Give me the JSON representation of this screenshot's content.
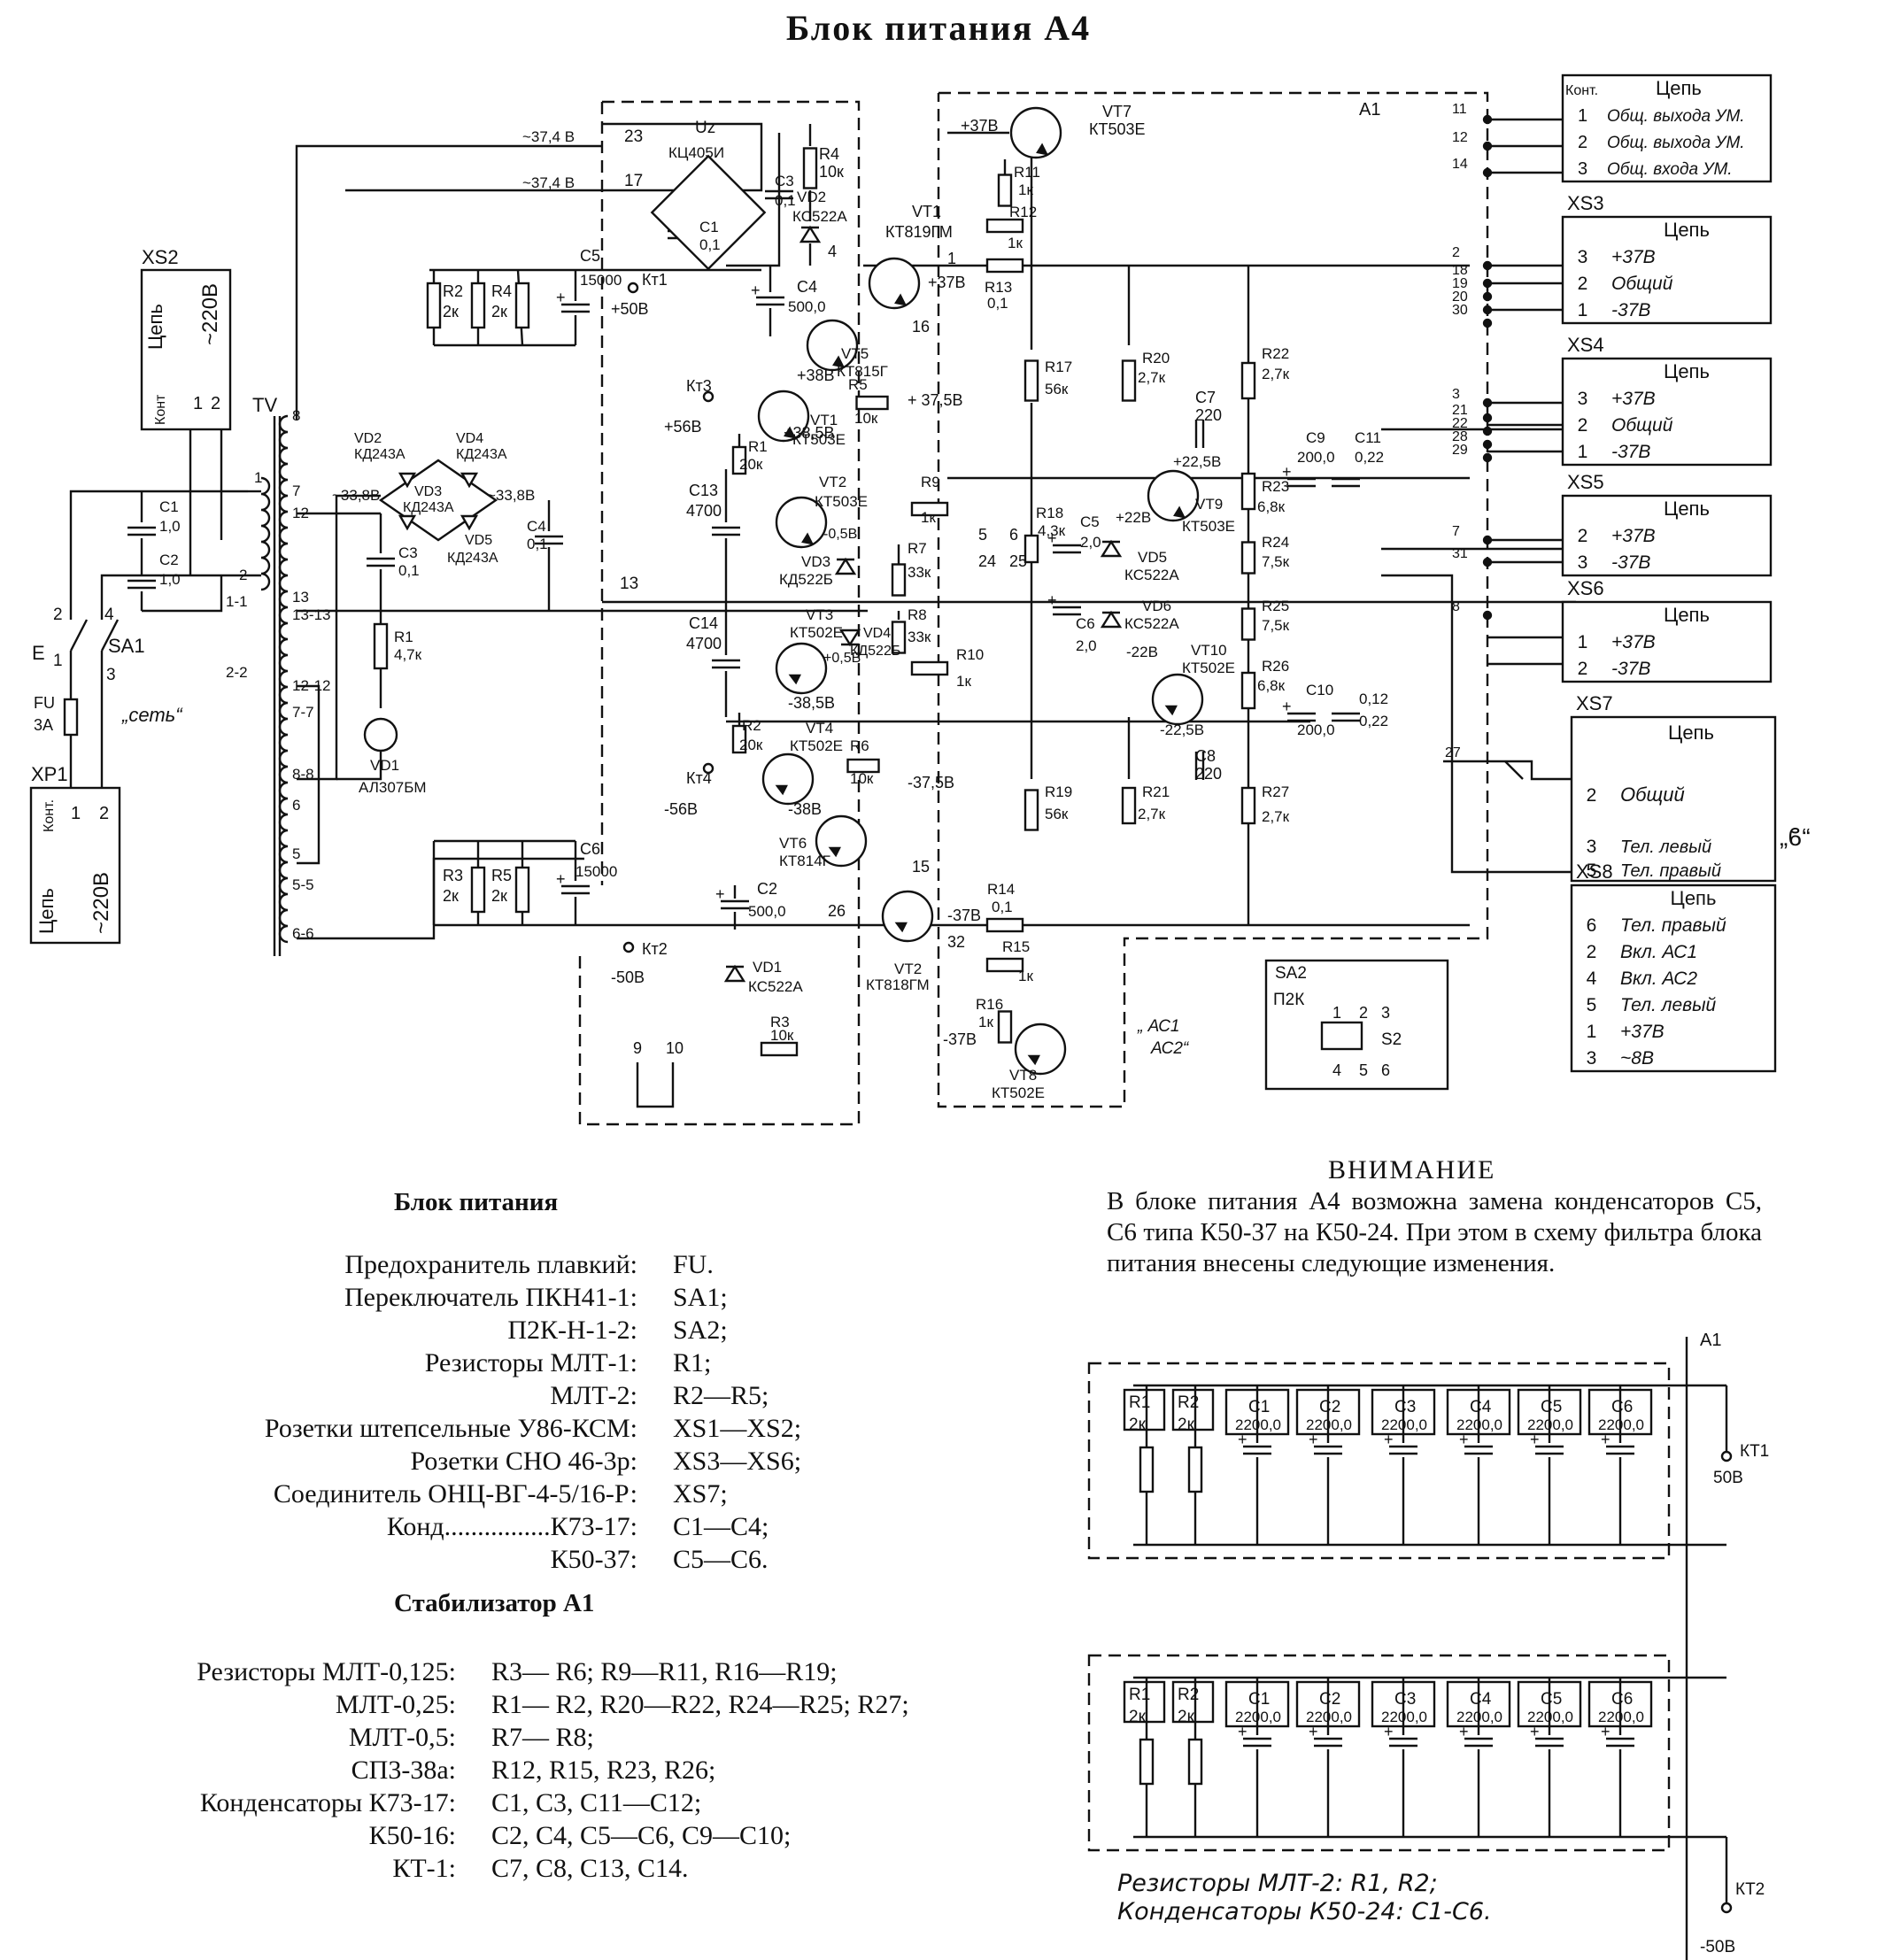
{
  "title": "Блок питания А4",
  "xs2": {
    "name": "XS2",
    "col_kont": "Конт",
    "col_cep": "Цепь",
    "pins": [
      "1",
      "2"
    ],
    "voltage": "~220В"
  },
  "xp1": {
    "name": "XP1",
    "col_kont": "Конт.",
    "col_cep": "Цепь",
    "pins": [
      "1",
      "2"
    ],
    "voltage": "~220В"
  },
  "tv": "TV",
  "tv_pins": [
    "8",
    "7",
    "1",
    "12",
    "2",
    "13",
    "1-1",
    "13-13",
    "2-2",
    "12-12",
    "7-7",
    "8-8",
    "6",
    "5",
    "5-5",
    "6-6"
  ],
  "sa1": {
    "name": "SA1",
    "pins": [
      "2",
      "4",
      "1",
      "3"
    ]
  },
  "fu": {
    "name": "FU",
    "rating": "3А"
  },
  "set_label": "„сеть“",
  "bridge": {
    "vd2": "VD2",
    "vd2t": "КД243А",
    "vd4": "VD4",
    "vd4t": "КД243А",
    "vd3": "VD3",
    "vd3t": "КД243А",
    "vd5": "VD5",
    "vd5t": "КД243А"
  },
  "left_caps": {
    "c1": "C1",
    "c1v": "1,0",
    "c2": "C2",
    "c2v": "1,0",
    "c3": "C3",
    "c3v": "0,1",
    "c4": "C4",
    "c4v": "0,1",
    "r1": "R1",
    "r1v": "4,7к"
  },
  "vd1_led": {
    "name": "VD1",
    "type": "АЛ307БМ"
  },
  "ac_labels": {
    "a1": "~37,4 В",
    "a2": "~37,4 В",
    "a3": "~33,8В",
    "a4": "~33,8В"
  },
  "upper": {
    "r2": "R2",
    "r2v": "2к",
    "r4": "R4",
    "r4v": "2к",
    "c5": "C5",
    "c5v": "15000",
    "kt1": "Кт1",
    "kt1v": "+50В",
    "n23": "23",
    "n17": "17"
  },
  "lower": {
    "r3": "R3",
    "r3v": "2к",
    "r5": "R5",
    "r5v": "2к",
    "c6": "C6",
    "c6v": "15000",
    "kt2": "Кт2",
    "kt2v": "-50В"
  },
  "stab": {
    "uz": "Uz",
    "uz_t": "КЦ405И",
    "r4": "R4",
    "r4v": "10к",
    "vd2": "VD2",
    "vd2t": "КС522А",
    "vt1": "VT1",
    "vt1t": "КТ819ГМ",
    "c1": "C1",
    "c1v": "0,1",
    "c3": "C3",
    "c3v": "0,1",
    "c4": "C4",
    "c4v": "500,0",
    "n4": "4",
    "n1": "1",
    "n16": "16",
    "p37": "+37В",
    "vt7": "VT7",
    "vt7t": "КТ503Е",
    "r11": "R11",
    "r11v": "1к",
    "r12": "R12",
    "r12v": "1к",
    "r13": "R13",
    "r13v": "0,1",
    "p37b": "+37В",
    "vt5": "VT5",
    "vt5t": "КТ815Г",
    "kt3": "Кт3",
    "kt3v": "+56В",
    "p38": "+38В",
    "vt1b": "VT1",
    "vt1bt": "КТ503Е",
    "r5": "R5",
    "r5v": "10к",
    "p375": "+ 37,5В",
    "r1": "R1",
    "r1v": "20к",
    "p385": "+38,5В",
    "c13": "C13",
    "c13v": "4700",
    "vt2": "VT2",
    "vt2t": "КТ503Е",
    "r9": "R9",
    "r9v": "1к",
    "m05": "-0,5В",
    "vd3": "VD3",
    "vd3t": "КД522Б",
    "r7": "R7",
    "r7v": "33к",
    "n5": "5",
    "n24": "24",
    "n6": "6",
    "n25": "25",
    "n13": "13",
    "c14": "C14",
    "c14v": "4700",
    "vt3": "VT3",
    "vt3t": "КТ502Е",
    "vd4": "VD4",
    "vd4t": "КД522Б",
    "r8": "R8",
    "r8v": "33к",
    "p05": "+0,5В",
    "r10": "R10",
    "r10v": "1к",
    "m385": "-38,5В",
    "r2": "R2",
    "r2v": "20к",
    "vt4": "VT4",
    "vt4t": "КТ502Е",
    "r6": "R6",
    "r6v": "10к",
    "m375": "-37,5В",
    "kt4": "Кт4",
    "kt4v": "-56В",
    "m38": "-38В",
    "vt6": "VT6",
    "vt6t": "КТ814Г",
    "n15": "15",
    "c2": "C2",
    "c2v": "500,0",
    "n26": "26",
    "vt2b": "VT2",
    "vt2bt": "КТ818ГМ",
    "m37": "-37В",
    "n32": "32",
    "r14": "R14",
    "r14v": "0,1",
    "r15": "R15",
    "r15v": "1к",
    "vd1": "VD1",
    "vd1t": "КС522А",
    "r3": "R3",
    "r3v": "10к",
    "r16": "R16",
    "r16v": "1к",
    "m37b": "-37В",
    "vt8": "VT8",
    "vt8t": "КТ502Е",
    "n9": "9",
    "n10": "10",
    "r17": "R17",
    "r17v": "56к",
    "r18": "R18",
    "r18v": "4,3к",
    "r19": "R19",
    "r19v": "56к",
    "c5": "C5",
    "c5v": "2,0",
    "c6": "C6",
    "c6v": "2,0",
    "vd5": "VD5",
    "vd5t": "КС522А",
    "vd6": "VD6",
    "vd6t": "КС522А",
    "p22": "+22В",
    "m22": "-22В",
    "r20": "R20",
    "r20v": "2,7к",
    "r21": "R21",
    "r21v": "2,7к",
    "c7": "C7",
    "c7v": "220",
    "c8": "C8",
    "c8v": "220",
    "vt9": "VT9",
    "vt9t": "КТ503Е",
    "vt10": "VT10",
    "vt10t": "КТ502Е",
    "p225": "+22,5В",
    "m225": "-22,5В",
    "r22": "R22",
    "r22v": "2,7к",
    "r23": "R23",
    "r23v": "6,8к",
    "r24": "R24",
    "r24v": "7,5к",
    "r25": "R25",
    "r25v": "7,5к",
    "r26": "R26",
    "r26v": "6,8к",
    "r27": "R27",
    "r27v": "2,7к",
    "c9": "C9",
    "c9v": "200,0",
    "c11": "C11",
    "c11v": "0,22",
    "c10": "C10",
    "c10v": "200,0",
    "c12v": "0,12",
    "c12b": "0,22",
    "a1": "A1",
    "ac12": "„ АС1\nАС2“"
  },
  "nodes": [
    "11",
    "12",
    "14",
    "2",
    "18",
    "19",
    "20",
    "30",
    "3",
    "21",
    "22",
    "28",
    "29",
    "7",
    "31",
    "8",
    "27"
  ],
  "conn_top": {
    "h1": "Конт.",
    "h2": "Цепь",
    "rows": [
      [
        "1",
        "Общ. выхода УМ."
      ],
      [
        "2",
        "Общ. выхода УМ."
      ],
      [
        "3",
        "Общ. входа УМ."
      ]
    ]
  },
  "xs3": {
    "name": "XS3",
    "h": "Цепь",
    "rows": [
      [
        "3",
        "+37В"
      ],
      [
        "2",
        "Общий"
      ],
      [
        "1",
        "-37В"
      ]
    ]
  },
  "xs4": {
    "name": "XS4",
    "h": "Цепь",
    "rows": [
      [
        "3",
        "+37В"
      ],
      [
        "2",
        "Общий"
      ],
      [
        "1",
        "-37В"
      ]
    ]
  },
  "xs5": {
    "name": "XS5",
    "h": "Цепь",
    "rows": [
      [
        "2",
        "+37В"
      ],
      [
        "3",
        "-37В"
      ]
    ]
  },
  "xs6": {
    "name": "XS6",
    "h": "Цепь",
    "rows": [
      [
        "1",
        "+37В"
      ],
      [
        "2",
        "-37В"
      ]
    ]
  },
  "xs7": {
    "name": "XS7",
    "h": "Цепь",
    "rows": [
      [
        "2",
        "Общий"
      ],
      [
        "3",
        "Тел. левый"
      ],
      [
        "5",
        "Тел. правый"
      ]
    ],
    "icon": "„ϐ“"
  },
  "xs8": {
    "name": "XS8",
    "h": "Цепь",
    "rows": [
      [
        "6",
        "Тел. правый"
      ],
      [
        "2",
        "Вкл. АС1"
      ],
      [
        "4",
        "Вкл. АС2"
      ],
      [
        "5",
        "Тел. левый"
      ],
      [
        "1",
        "+37В"
      ],
      [
        "3",
        "~8В"
      ]
    ]
  },
  "sa2": {
    "name": "SA2",
    "type": "П2К",
    "s2": "S2",
    "pins": [
      "1",
      "2",
      "3",
      "4",
      "5",
      "6"
    ]
  },
  "parts_title": "Блок питания",
  "parts": [
    [
      "Предохранитель плавкий:",
      "FU."
    ],
    [
      "Переключатель ПКН41-1:",
      "SA1;"
    ],
    [
      "П2К-Н-1-2:",
      "SA2;"
    ],
    [
      "Резисторы МЛТ-1:",
      "R1;"
    ],
    [
      "МЛТ-2:",
      "R2—R5;"
    ],
    [
      "Розетки штепсельные У86-КСМ:",
      "XS1—XS2;"
    ],
    [
      "Розетки СНО 46-3р:",
      "XS3—XS6;"
    ],
    [
      "Соединитель ОНЦ-ВГ-4-5/16-Р:",
      "XS7;"
    ],
    [
      "Конд................К73-17:",
      "C1—C4;"
    ],
    [
      "К50-37:",
      "C5—C6."
    ]
  ],
  "stab_title": "Стабилизатор А1",
  "stab_parts": [
    [
      "Резисторы МЛТ-0,125:",
      "R3— R6; R9—R11, R16—R19;"
    ],
    [
      "МЛТ-0,25:",
      "R1— R2, R20—R22, R24—R25; R27;"
    ],
    [
      "МЛТ-0,5:",
      "R7— R8;"
    ],
    [
      "СП3-38а:",
      "R12, R15, R23, R26;"
    ],
    [
      "Конденсаторы К73-17:",
      "C1, C3, C11—C12;"
    ],
    [
      "К50-16:",
      "C2, C4, C5—C6, C9—C10;"
    ],
    [
      "КТ-1:",
      "C7, C8, C13, C14."
    ]
  ],
  "notice_h": "ВНИМАНИЕ",
  "notice_t": "В блоке питания А4 возможна замена конденсаторов С5, С6 типа К50-37 на К50-24. При этом в схему фильтра блока питания внесены следующие изменения.",
  "filter": {
    "a1": "А1",
    "kt1": "КТ1",
    "kt1v": "50В",
    "kt2": "КТ2",
    "kt2v": "-50В",
    "resistors": [
      [
        "R1",
        "2к"
      ],
      [
        "R2",
        "2к"
      ]
    ],
    "caps": [
      [
        "C1",
        "2200,0"
      ],
      [
        "C2",
        "2200,0"
      ],
      [
        "C3",
        "2200,0"
      ],
      [
        "C4",
        "2200,0"
      ],
      [
        "C5",
        "2200,0"
      ],
      [
        "C6",
        "2200,0"
      ]
    ]
  },
  "note_bottom": [
    "Резисторы МЛТ-2: R1, R2;",
    "Конденсаторы К50-24: С1-С6."
  ]
}
